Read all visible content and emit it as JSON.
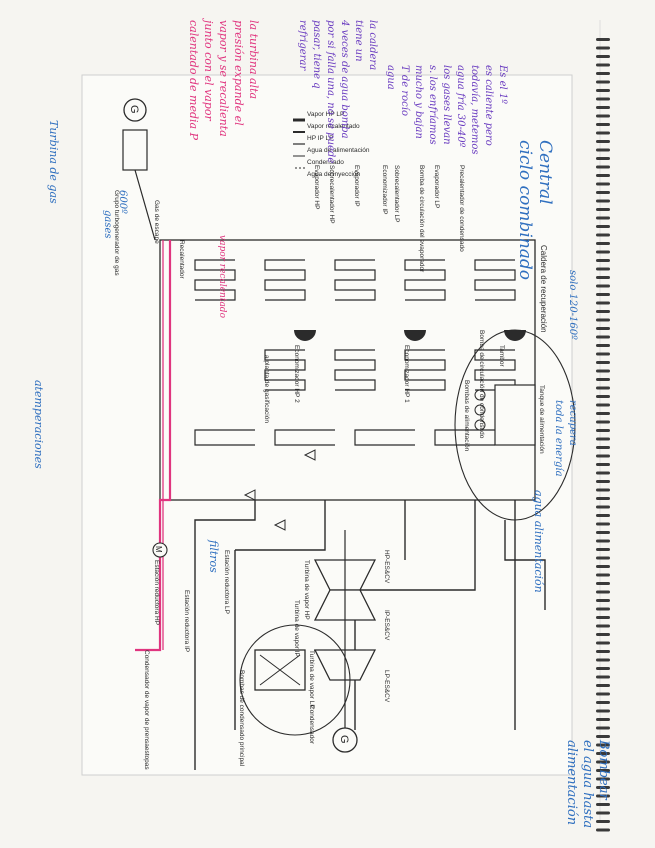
{
  "handwritten": {
    "title_line1": "Central",
    "title_line2": "ciclo combinado",
    "notes_purple": [
      "Es el 1º",
      "es caliente pero",
      "todavía, metemos",
      "agua fría 30-40º",
      "los gases llevan",
      "s. los enfríamos",
      "mucho y bajan",
      "T de rocío",
      "agua"
    ],
    "notes_pink": [
      "la turbina alta",
      "presión expande el",
      "vapor y se recalienta",
      "junto con el vapor",
      "calentado de media P"
    ],
    "notes_pink2": [
      "la caldera",
      "tiene un",
      "4 veces de agua bomba",
      "por si falla una, no se puede",
      "pasar, tiene q",
      "refrigerar"
    ],
    "turbina_gas": "Turbina de gas",
    "temp_600": "600º",
    "gases_label": "gases",
    "temp_sota": "solo 120-160º",
    "recupera_note": "recupera",
    "energia_note": "toda la energía",
    "agua_alimentacion": "agua alimentación",
    "vapor_recalentado": "vapor recalentado",
    "atemperaciones": "atemperaciones",
    "filtros": "filtros",
    "bombear_1": "Bombear",
    "bombear_2": "el agua hasta",
    "bombear_3": "alimentación"
  },
  "legend": {
    "items": [
      "Vapor HP LP",
      "Vapor recalentado",
      "HP IP LP",
      "Agua de alimentación",
      "Condensado",
      "Agua de inyección"
    ],
    "groups": [
      "Grupo turbogenerador de gas",
      "Gas de escape"
    ]
  },
  "components": {
    "precalentador": "Precalentador de condensado",
    "evaporador_lp": "Evaporador LP",
    "bomba_circulacion": "Bomba de circulación del evaporador",
    "sobrecalentador_lp": "Sobrecalentador LP",
    "economizador_ip": "Economizador IP",
    "evaporador_ip": "Evaporador IP",
    "sobrecalentador_hp": "Sobrecalentador HP",
    "evaporador_hp": "Evaporador HP",
    "recalentador": "Recalentador",
    "caldera": "Caldera de recuperación",
    "tambor": "Tambor",
    "economizador_hp1": "Economizador HP 1",
    "economizador_hp2": "Economizador HP 2",
    "planta_gasificacion": "a planta de gasificación",
    "bomba_condensado": "Bomba de circulación de condensado",
    "tanque": "Tanque de alimentación",
    "bombas_alim": "Bombas de alimentación",
    "hp_es_cv": "HP-ES&CV",
    "ip_es_cv": "IP-ES&CV",
    "lp_es_cv": "LP-ES&CV",
    "turbina_hp": "Turbina de vapor HP",
    "turbina_ip": "Turbina de vapor IP",
    "turbina_lp": "Turbina de vapor LP",
    "estacion_lp": "Estación reductora LP",
    "estacion_ip": "Estación reductora IP",
    "estacion_hp": "Estación reductora HP",
    "condensador": "Condensador",
    "condensador_prensa": "Condensador de vapor de prensaestopas",
    "bombas_condensado": "Bombas de condensado principal",
    "g_label": "G",
    "m_label": "M"
  },
  "colors": {
    "ink": "#2b2b2b",
    "pink": "#e0357f",
    "blue": "#2f6fbf",
    "purple": "#6a3cc0",
    "paper": "#f6f5f1"
  }
}
